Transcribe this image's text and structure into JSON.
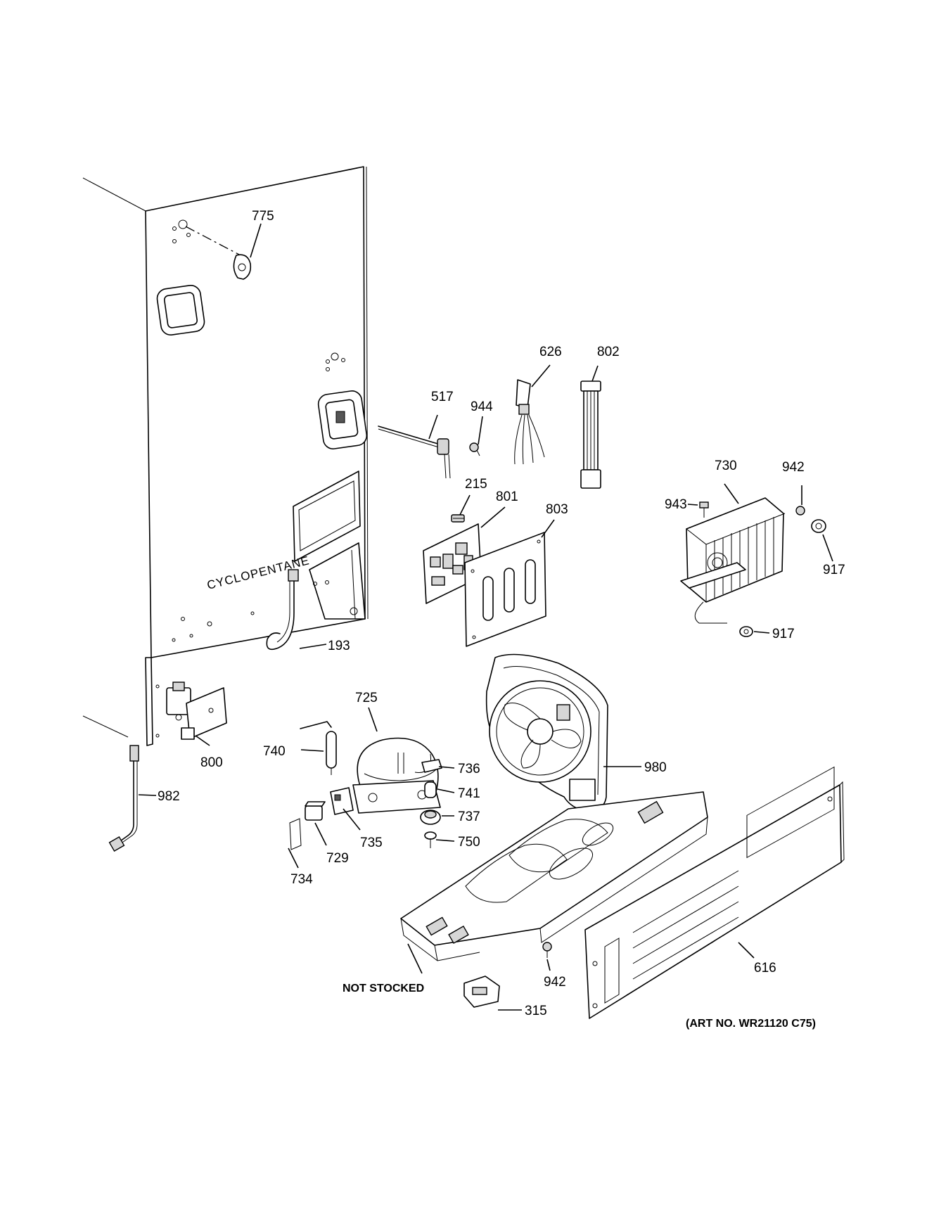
{
  "diagram": {
    "panel_stamp": "CYCLOPENTANE",
    "not_stocked_label": "NOT STOCKED",
    "art_number": "(ART NO. WR21120 C75)",
    "callouts": [
      {
        "id": "c775",
        "text": "775"
      },
      {
        "id": "c626",
        "text": "626"
      },
      {
        "id": "c802",
        "text": "802"
      },
      {
        "id": "c517",
        "text": "517"
      },
      {
        "id": "c944",
        "text": "944"
      },
      {
        "id": "c215",
        "text": "215"
      },
      {
        "id": "c801",
        "text": "801"
      },
      {
        "id": "c803",
        "text": "803"
      },
      {
        "id": "c730",
        "text": "730"
      },
      {
        "id": "c942a",
        "text": "942"
      },
      {
        "id": "c943",
        "text": "943"
      },
      {
        "id": "c917a",
        "text": "917"
      },
      {
        "id": "c917b",
        "text": "917"
      },
      {
        "id": "c193",
        "text": "193"
      },
      {
        "id": "c725",
        "text": "725"
      },
      {
        "id": "c740",
        "text": "740"
      },
      {
        "id": "c736",
        "text": "736"
      },
      {
        "id": "c741",
        "text": "741"
      },
      {
        "id": "c737",
        "text": "737"
      },
      {
        "id": "c750",
        "text": "750"
      },
      {
        "id": "c735",
        "text": "735"
      },
      {
        "id": "c729",
        "text": "729"
      },
      {
        "id": "c734",
        "text": "734"
      },
      {
        "id": "c800",
        "text": "800"
      },
      {
        "id": "c982",
        "text": "982"
      },
      {
        "id": "c980",
        "text": "980"
      },
      {
        "id": "c942b",
        "text": "942"
      },
      {
        "id": "c616",
        "text": "616"
      },
      {
        "id": "c315",
        "text": "315"
      }
    ]
  }
}
